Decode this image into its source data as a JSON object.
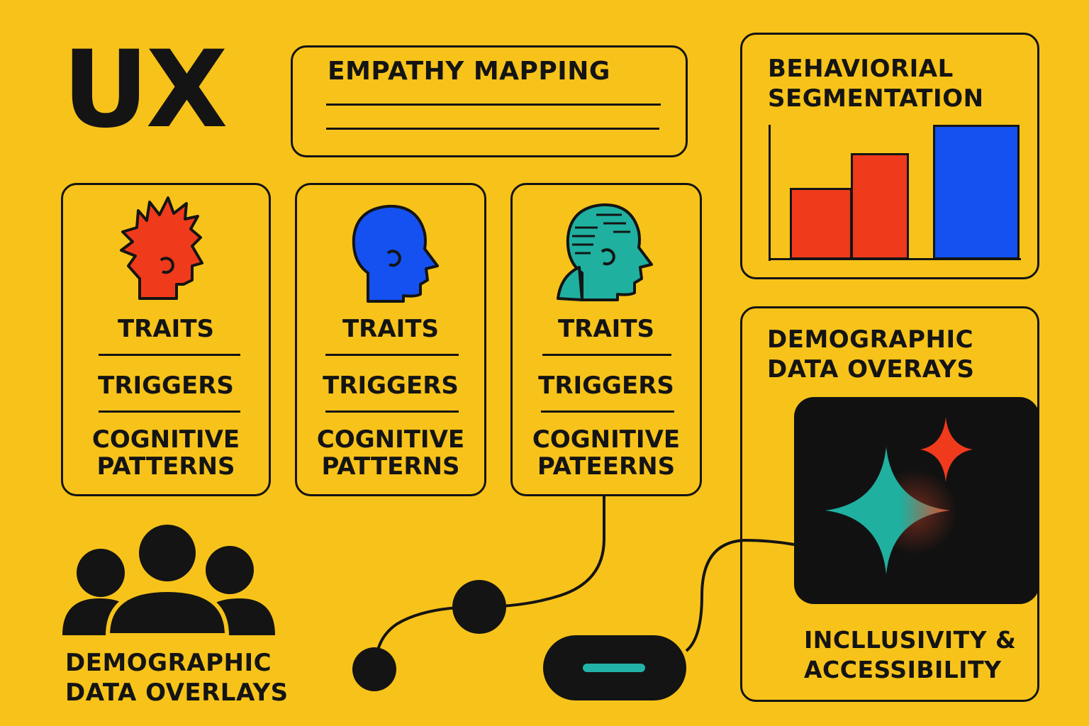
{
  "header": {
    "logo": "UX"
  },
  "empathy": {
    "title": "EMPATHY MAPPING"
  },
  "cards": [
    {
      "head_color": "#f03a1c",
      "traits": "TRAITS",
      "triggers": "TRIGGERS",
      "patterns_line1": "COGNITIVE",
      "patterns_line2": "PATTERNS"
    },
    {
      "head_color": "#1451f0",
      "traits": "TRAITS",
      "triggers": "TRIGGERS",
      "patterns_line1": "COGNITIVE",
      "patterns_line2": "PATTERNS"
    },
    {
      "head_color": "#1fb0a0",
      "traits": "TRAITS",
      "triggers": "TRIGGERS",
      "patterns_line1": "COGNITIVE",
      "patterns_line2": "PATEERNS"
    }
  ],
  "segmentation": {
    "title_line1": "BEHAVIORIAL",
    "title_line2": "SEGMENTATION",
    "bars": [
      {
        "value": 0.53,
        "color": "#f03a1c"
      },
      {
        "value": 0.79,
        "color": "#f03a1c"
      },
      {
        "value": 1.0,
        "color": "#1451f0"
      }
    ]
  },
  "demographic_right": {
    "title_line1": "DEMOGRAPHIC",
    "title_line2": "DATA OVERAYS"
  },
  "inclusivity": {
    "title_line1": "INCLLUSIVITY &",
    "title_line2": "ACCESSIBILITY"
  },
  "demographic_left": {
    "title_line1": "DEMOGRAPHIC",
    "title_line2": "DATA OVERLAYS"
  },
  "icons": {
    "people": "people-group-icon",
    "sparkle_large": "sparkle-icon",
    "sparkle_small": "sparkle-small-icon"
  },
  "colors": {
    "background": "#f7c31a",
    "ink": "#141414",
    "red": "#f03a1c",
    "blue": "#1451f0",
    "teal": "#1fb0a0"
  }
}
